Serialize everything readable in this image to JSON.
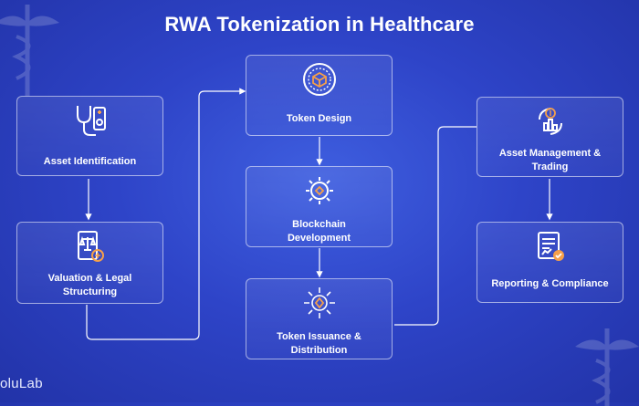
{
  "title": "RWA Tokenization in Healthcare",
  "brand": "oluLab",
  "steps": [
    {
      "label": "Asset Identification",
      "icon": "stethoscope-icon"
    },
    {
      "label": "Valuation & Legal Structuring",
      "icon": "legal-document-icon"
    },
    {
      "label": "Token Design",
      "icon": "token-cube-icon"
    },
    {
      "label": "Blockchain Development",
      "icon": "blockchain-gear-icon"
    },
    {
      "label": "Token Issuance & Distribution",
      "icon": "token-distribution-icon"
    },
    {
      "label": "Asset Management & Trading",
      "icon": "asset-cycle-icon"
    },
    {
      "label": "Reporting & Compliance",
      "icon": "report-check-icon"
    }
  ],
  "colors": {
    "background": "#2e44c8",
    "card_border": "#ffffff",
    "text": "#ffffff"
  }
}
